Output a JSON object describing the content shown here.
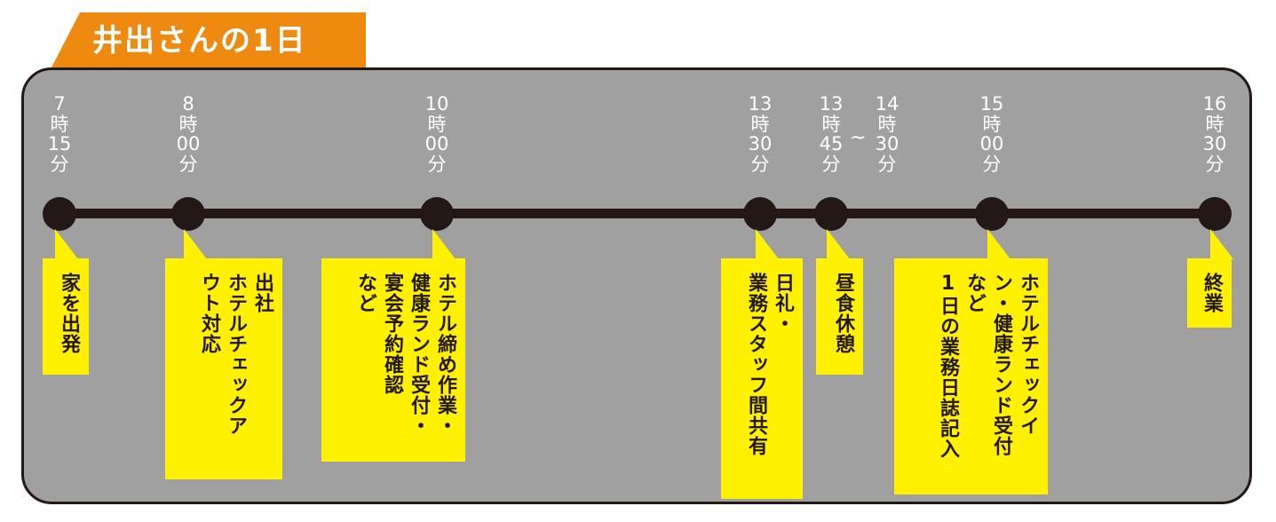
{
  "title": "井出さんの1日",
  "colors": {
    "tab": "#ee8a10",
    "panel": "#a0a0a0",
    "line": "#231815",
    "note": "#fff100"
  },
  "times": [
    {
      "h": "7",
      "ji": "時",
      "m": "15",
      "fun": "分"
    },
    {
      "h": "8",
      "ji": "時",
      "m": "00",
      "fun": "分"
    },
    {
      "h": "10",
      "ji": "時",
      "m": "00",
      "fun": "分"
    },
    {
      "h": "13",
      "ji": "時",
      "m": "30",
      "fun": "分"
    },
    {
      "h": "13",
      "ji": "時",
      "m": "45",
      "fun": "分"
    },
    {
      "h": "14",
      "ji": "時",
      "m": "30",
      "fun": "分"
    },
    {
      "h": "15",
      "ji": "時",
      "m": "00",
      "fun": "分"
    },
    {
      "h": "16",
      "ji": "時",
      "m": "30",
      "fun": "分"
    }
  ],
  "range_tilde": "~",
  "notes": [
    {
      "lines": [
        "家を出発"
      ]
    },
    {
      "lines": [
        "出社",
        "ホテルチェックア",
        "ウト対応"
      ]
    },
    {
      "lines": [
        "ホテル締め作業・",
        "健康ランド受付・",
        "宴会予約確認",
        "など"
      ]
    },
    {
      "lines": [
        "日礼・",
        "業務スタッフ間共有"
      ]
    },
    {
      "lines": [
        "昼食休憩"
      ]
    },
    {
      "lines": [
        "ホテルチェックイ",
        "ン・健康ランド受付",
        "など",
        "1日の業務日誌記入"
      ]
    },
    {
      "lines": [
        "終業"
      ]
    }
  ]
}
